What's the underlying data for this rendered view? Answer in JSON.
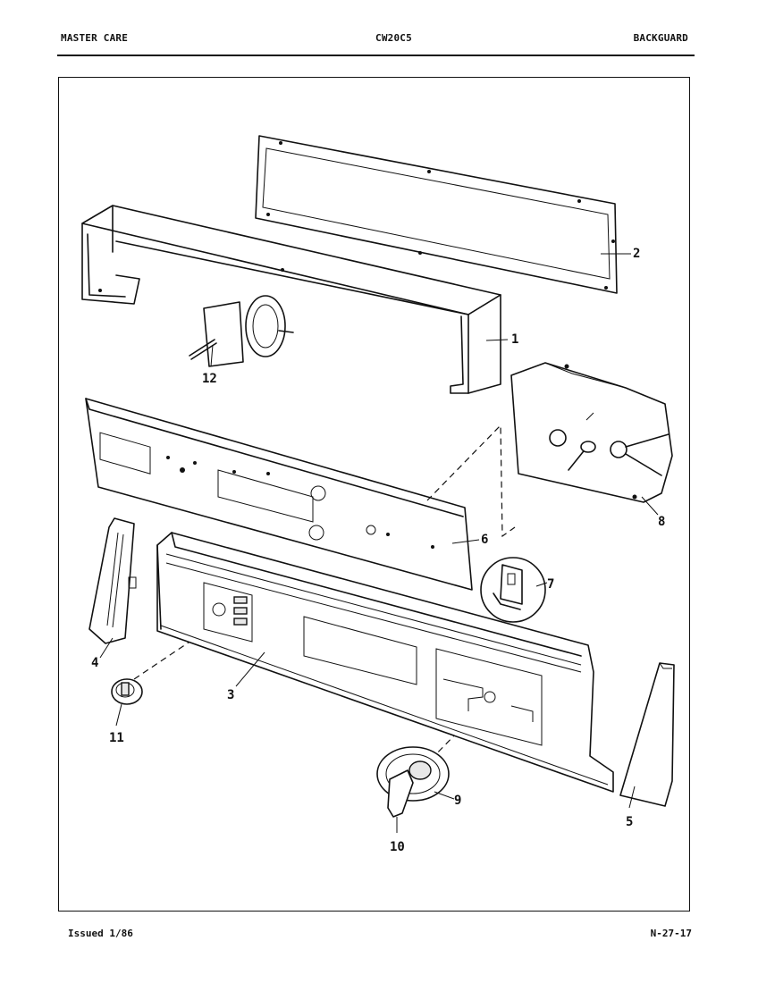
{
  "header": {
    "brand": "MASTER CARE",
    "model": "CW20C5",
    "section": "BACKGUARD"
  },
  "footer": {
    "issued": "Issued 1/86",
    "page": "N-27-17"
  },
  "diagram": {
    "callouts": [
      "1",
      "2",
      "3",
      "4",
      "5",
      "6",
      "7",
      "8",
      "9",
      "10",
      "11",
      "12"
    ]
  }
}
